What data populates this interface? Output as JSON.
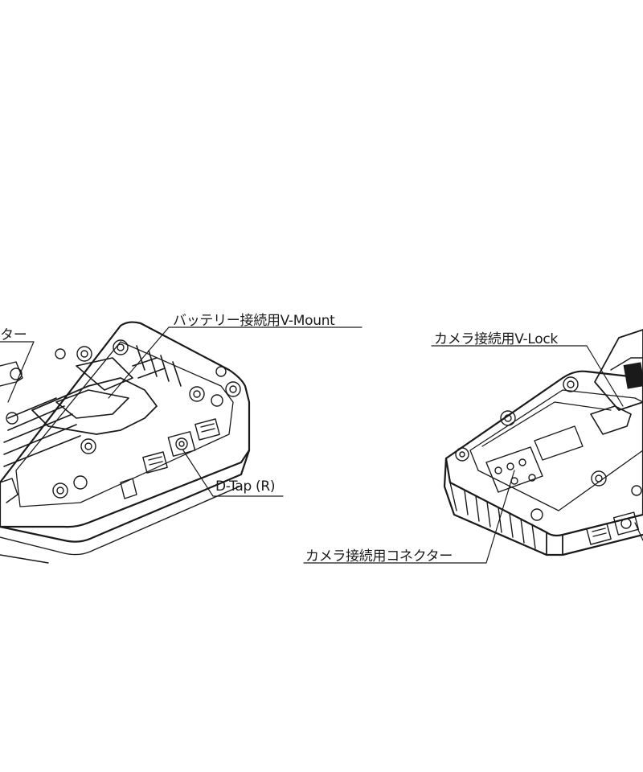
{
  "callouts": {
    "left_partial": "ター",
    "battery_vmount": "バッテリー接続用V-Mount",
    "dtap_r": "D-Tap (R)",
    "camera_vlock": "カメラ接続用V-Lock",
    "camera_connector": "カメラ接続用コネクター"
  }
}
